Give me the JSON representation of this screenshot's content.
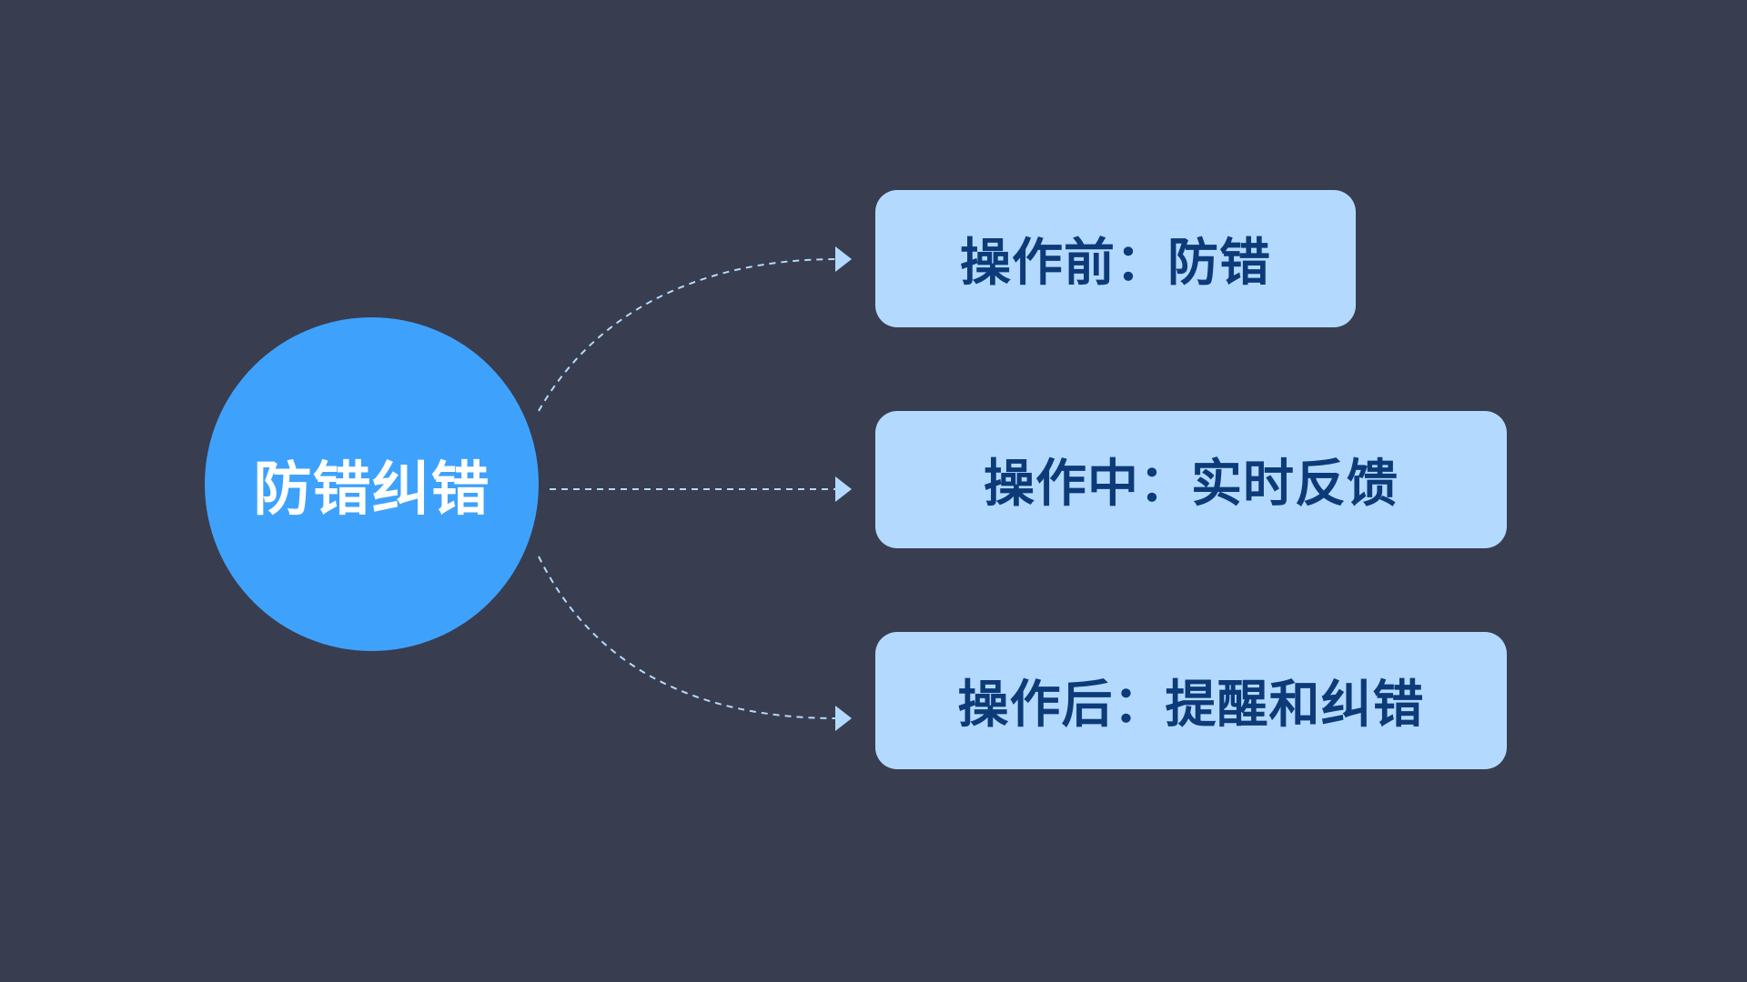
{
  "center": {
    "label": "防错纠错"
  },
  "items": [
    {
      "label": "操作前：防错"
    },
    {
      "label": "操作中：实时反馈"
    },
    {
      "label": "操作后：提醒和纠错"
    }
  ],
  "colors": {
    "background": "#383d50",
    "center_fill": "#3ea2fd",
    "center_text": "#ffffff",
    "box_fill": "#b3dafe",
    "box_text": "#0d3b79",
    "connector": "#b3dafe"
  }
}
